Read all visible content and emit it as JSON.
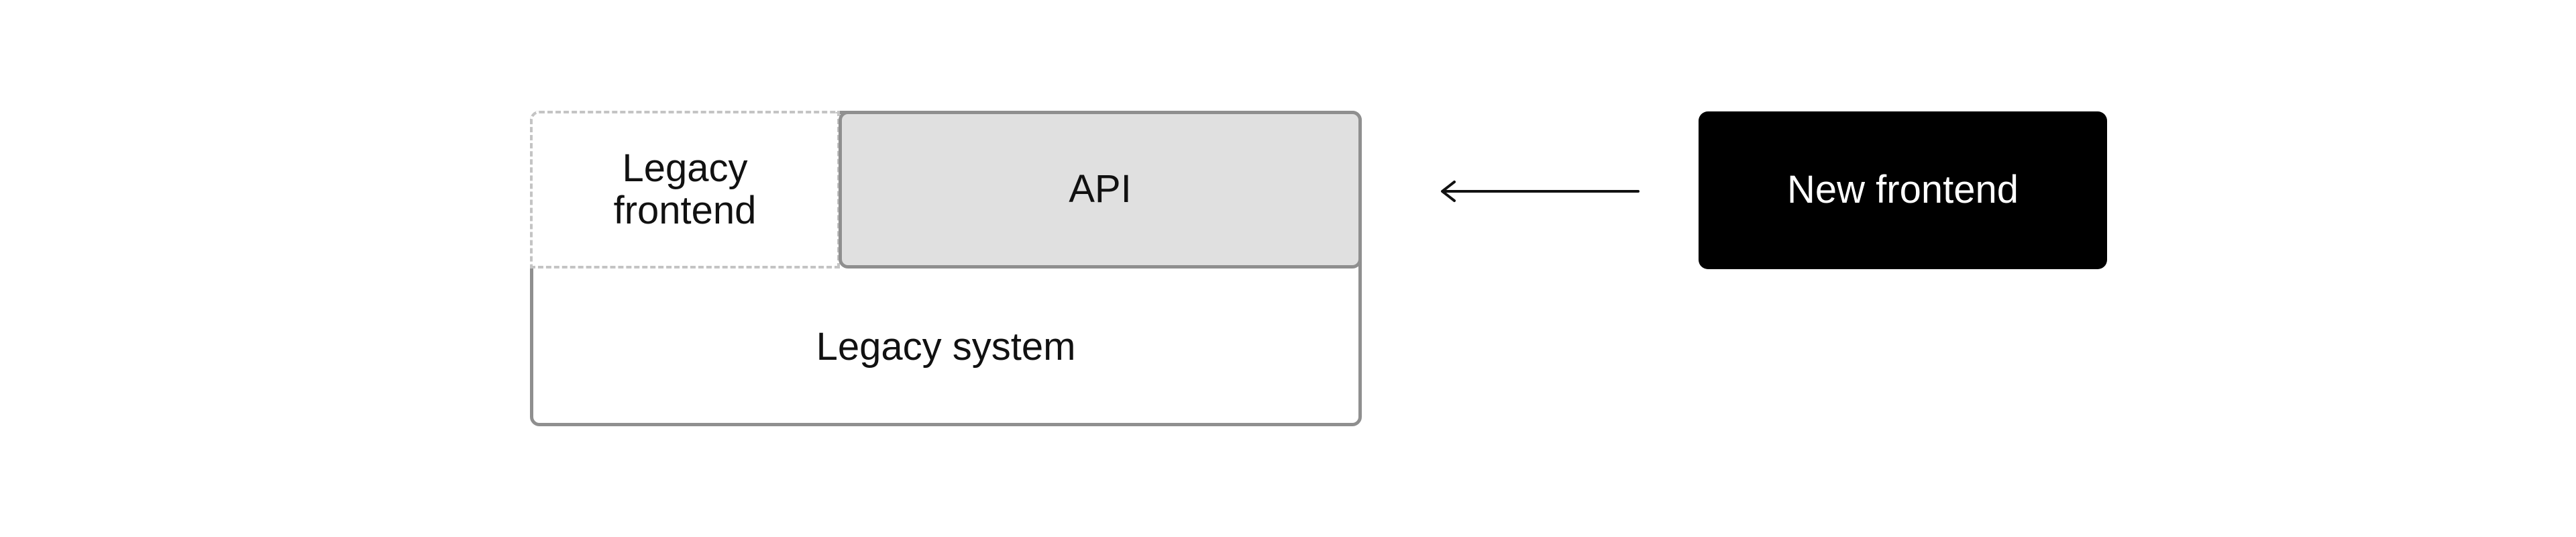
{
  "diagram": {
    "legacy_frontend_label": "Legacy\nfrontend",
    "api_label": "API",
    "legacy_system_label": "Legacy system",
    "new_frontend_label": "New frontend"
  },
  "colors": {
    "border_gray": "#8f8f8f",
    "dashed_gray": "#c4c4c4",
    "api_fill": "#e0e0e0",
    "new_frontend_fill": "#000000",
    "new_frontend_text": "#ffffff"
  }
}
